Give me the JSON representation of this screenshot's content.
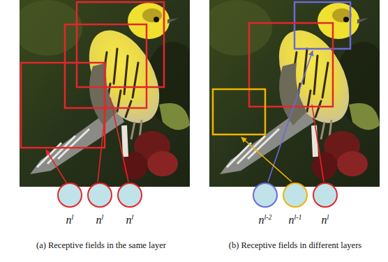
{
  "diagram": {
    "nodes": [
      {
        "text": [
          "n",
          "l"
        ]
      },
      {
        "text": [
          "n",
          "l"
        ]
      },
      {
        "text": [
          "n",
          "l"
        ]
      },
      {
        "text": [
          "n",
          "l-2"
        ]
      },
      {
        "text": [
          "n",
          "l-1"
        ]
      },
      {
        "text": [
          "n",
          "l"
        ]
      }
    ],
    "labels": [
      "(a) Receptive fields in the same layer",
      "(b) Receptive fields in different layers"
    ]
  }
}
